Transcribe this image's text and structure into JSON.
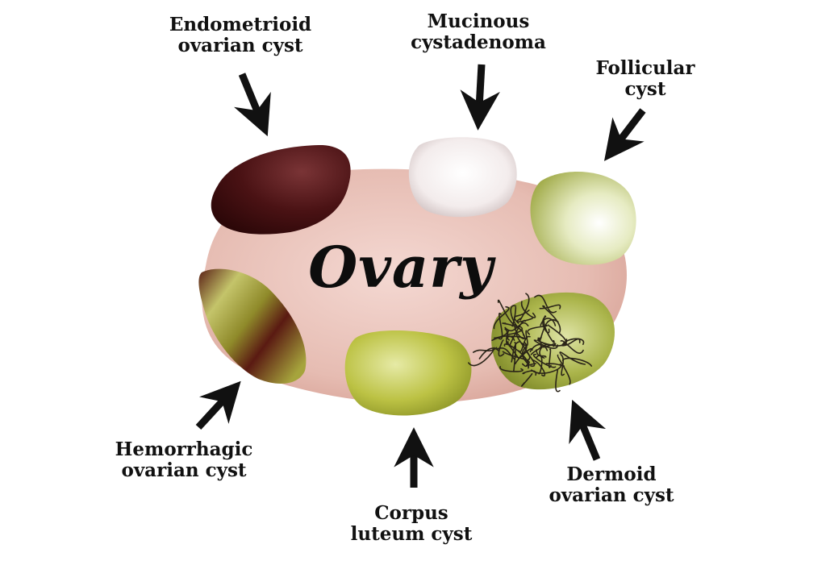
{
  "title": "Ovary",
  "labels": {
    "endometrioid": [
      "Endometrioid",
      "ovarian cyst"
    ],
    "mucinous": [
      "Mucinous",
      "cystadenoma"
    ],
    "follicular": [
      "Follicular",
      "cyst"
    ],
    "hemorrhagic": [
      "Hemorrhagic",
      "ovarian cyst"
    ],
    "corpus_luteum": [
      "Corpus",
      "luteum cyst"
    ],
    "dermoid": [
      "Dermoid",
      "ovarian cyst"
    ]
  },
  "colors": {
    "ovary": "#e6bcb2",
    "endometrioid": "#4a1214",
    "mucinous": "#f4eeee",
    "follicular": "#c9d48a",
    "hemorrhagic": "#7a6a20",
    "corpus_luteum": "#b6bf3c",
    "dermoid": "#a9b44b",
    "hair": "#2a2418",
    "arrow": "#111111"
  }
}
